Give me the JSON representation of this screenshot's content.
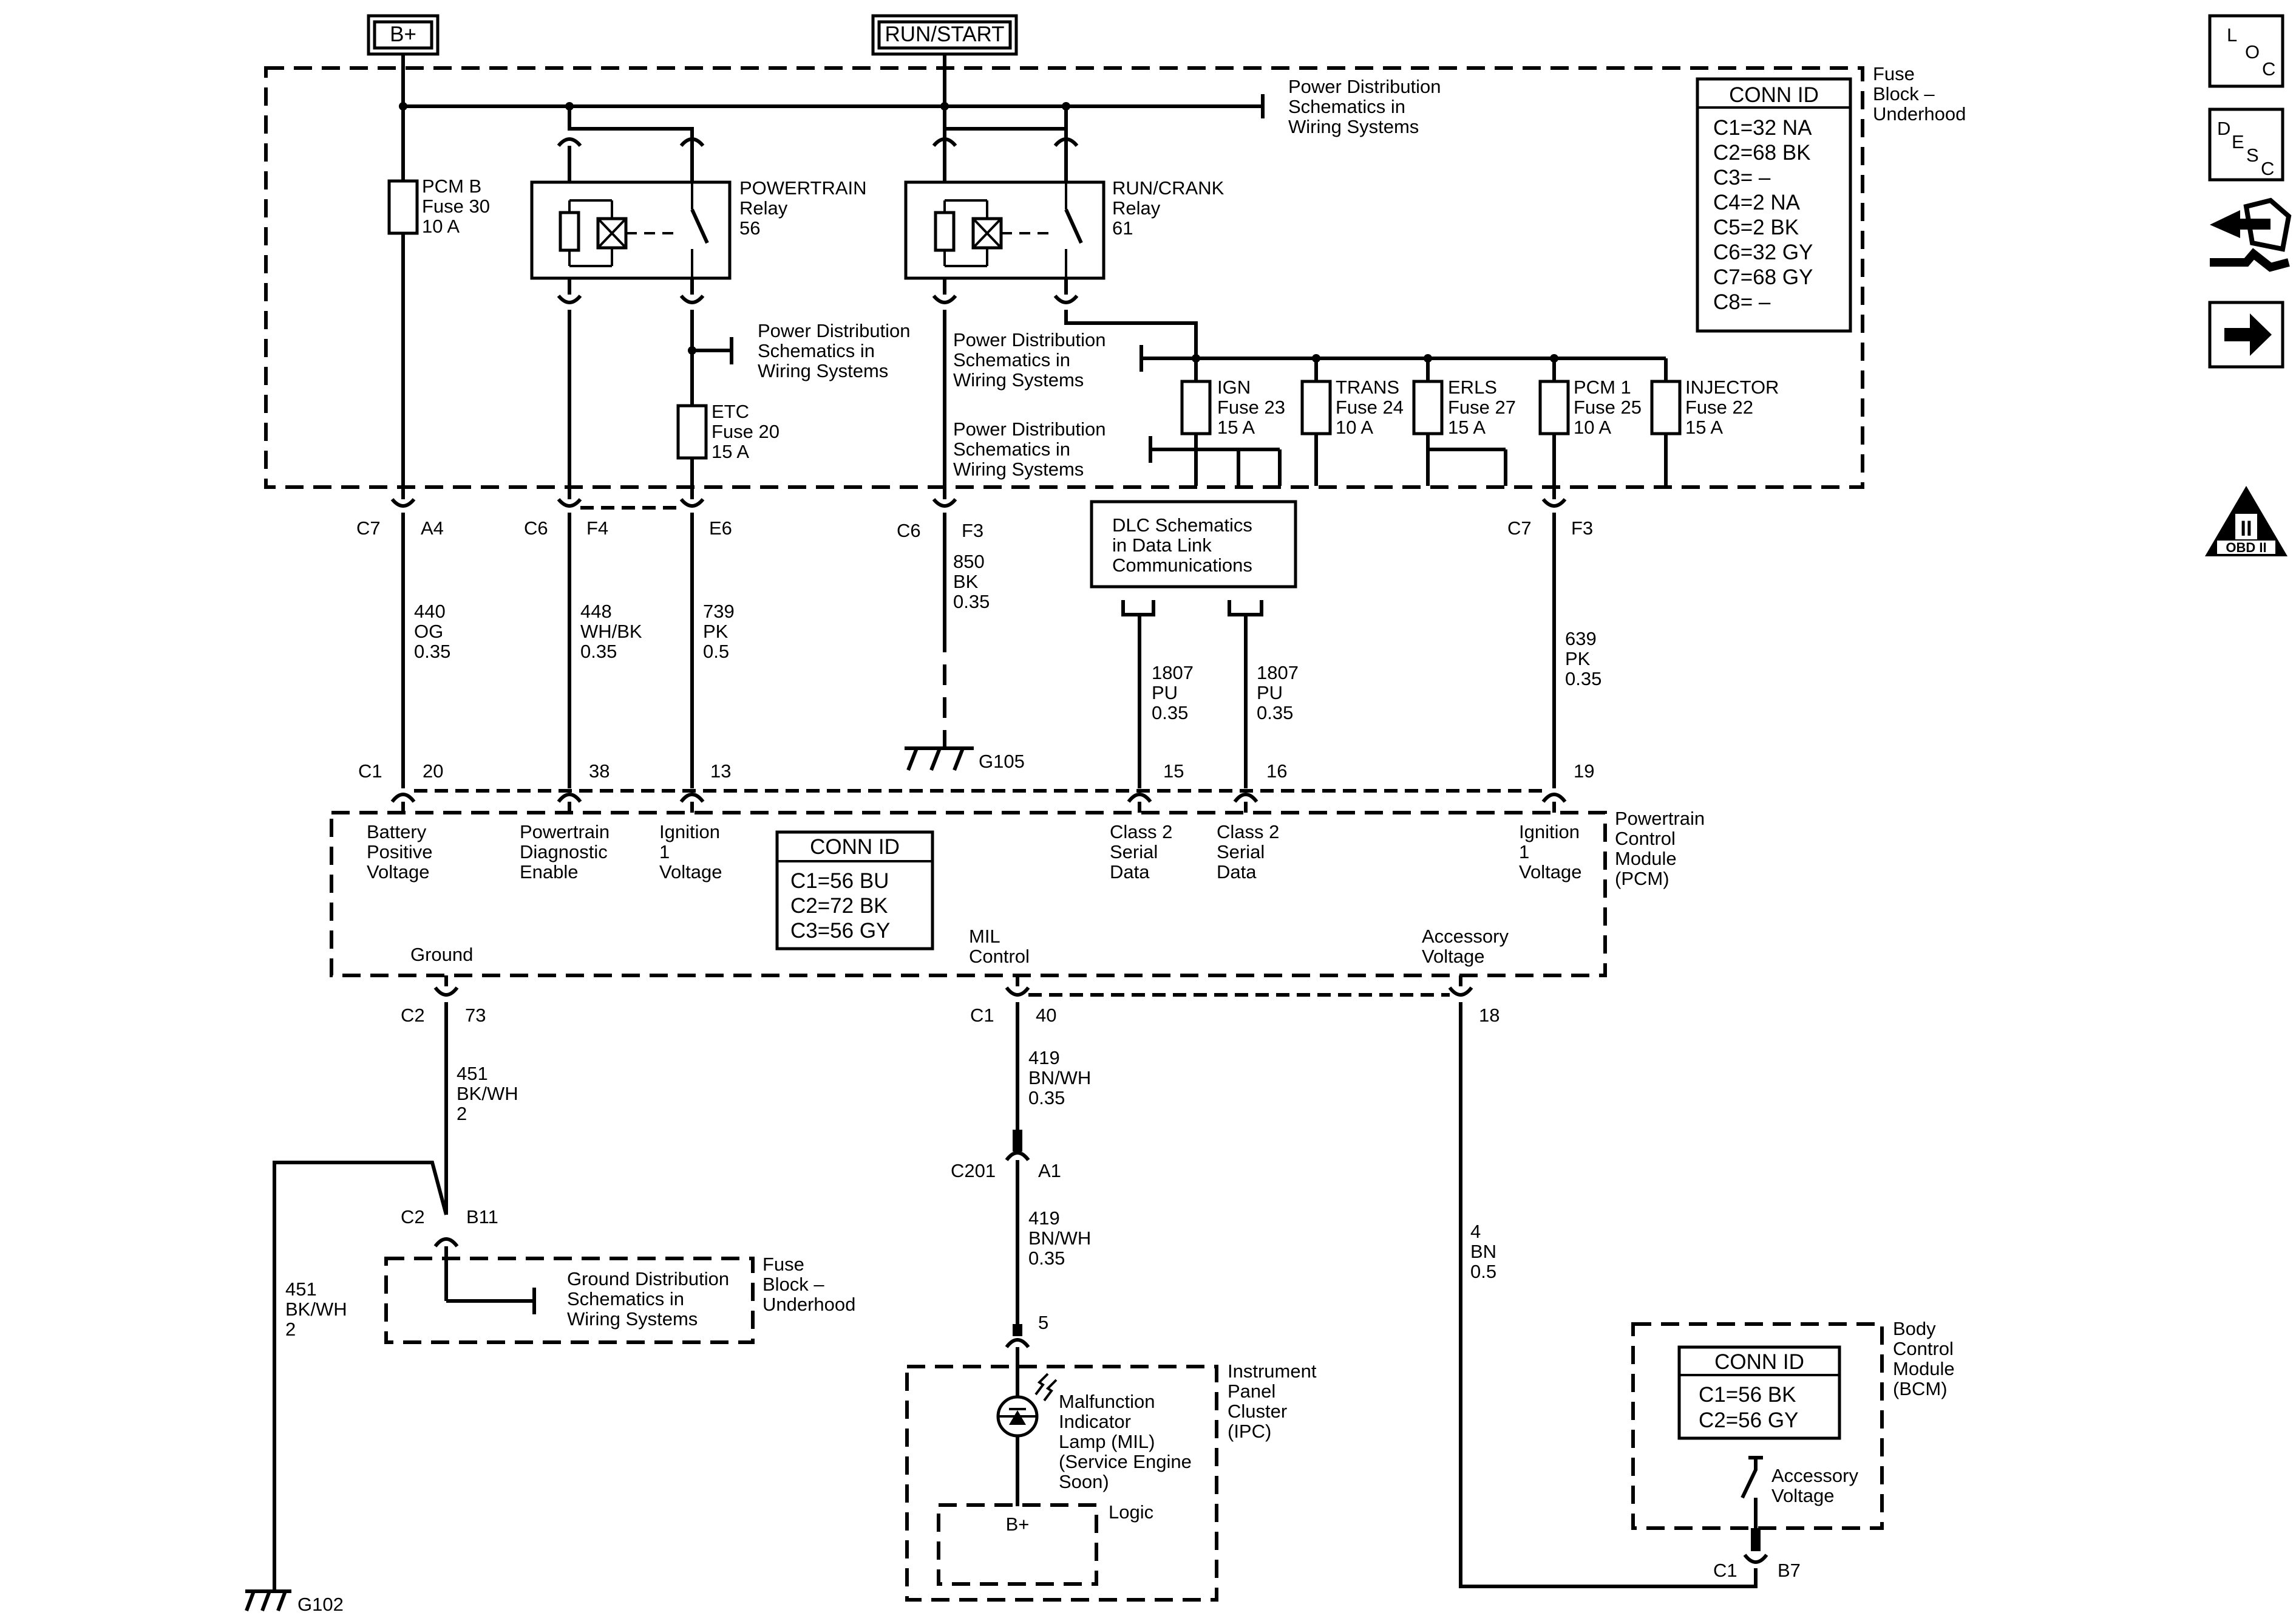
{
  "sources": {
    "bplus": "B+",
    "run_start": "RUN/START"
  },
  "fuse_block_top": {
    "l1": "Fuse",
    "l2": "Block –",
    "l3": "Underhood"
  },
  "pds": {
    "l1": "Power Distribution",
    "l2": "Schematics in",
    "l3": "Wiring Systems"
  },
  "fuse_conn": {
    "title": "CONN ID",
    "lines": [
      "C1=32 NA",
      "C2=68 BK",
      "C3= –",
      "C4=2 NA",
      "C5=2 BK",
      "C6=32 GY",
      "C7=68 GY",
      "C8= –"
    ]
  },
  "pcmb_fuse": {
    "l1": "PCM B",
    "l2": "Fuse 30",
    "l3": "10 A"
  },
  "pt_relay": {
    "l1": "POWERTRAIN",
    "l2": "Relay",
    "l3": "56"
  },
  "rc_relay": {
    "l1": "RUN/CRANK",
    "l2": "Relay",
    "l3": "61"
  },
  "etc_fuse": {
    "l1": "ETC",
    "l2": "Fuse 20",
    "l3": "15 A"
  },
  "fuses": [
    {
      "l1": "IGN",
      "l2": "Fuse 23",
      "l3": "15 A"
    },
    {
      "l1": "TRANS",
      "l2": "Fuse 24",
      "l3": "10 A"
    },
    {
      "l1": "ERLS",
      "l2": "Fuse 27",
      "l3": "15 A"
    },
    {
      "l1": "PCM 1",
      "l2": "Fuse 25",
      "l3": "10 A"
    },
    {
      "l1": "INJECTOR",
      "l2": "Fuse 22",
      "l3": "15 A"
    }
  ],
  "top_conns": [
    {
      "c": "C7",
      "p": "A4"
    },
    {
      "c": "C6",
      "p": "F4"
    },
    {
      "p": "E6"
    },
    {
      "c": "C6",
      "p": "F3"
    },
    {
      "c": "C7",
      "p": "F3"
    }
  ],
  "wires": {
    "w440": {
      "n": "440",
      "col": "OG",
      "g": "0.35"
    },
    "w448": {
      "n": "448",
      "col": "WH/BK",
      "g": "0.35"
    },
    "w739": {
      "n": "739",
      "col": "PK",
      "g": "0.5"
    },
    "w850": {
      "n": "850",
      "col": "BK",
      "g": "0.35"
    },
    "w1807a": {
      "n": "1807",
      "col": "PU",
      "g": "0.35"
    },
    "w1807b": {
      "n": "1807",
      "col": "PU",
      "g": "0.35"
    },
    "w639": {
      "n": "639",
      "col": "PK",
      "g": "0.35"
    },
    "w451a": {
      "n": "451",
      "col": "BK/WH",
      "g": "2"
    },
    "w451b": {
      "n": "451",
      "col": "BK/WH",
      "g": "2"
    },
    "w419a": {
      "n": "419",
      "col": "BN/WH",
      "g": "0.35"
    },
    "w419b": {
      "n": "419",
      "col": "BN/WH",
      "g": "0.35"
    },
    "w4": {
      "n": "4",
      "col": "BN",
      "g": "0.5"
    }
  },
  "dlc": {
    "l1": "DLC Schematics",
    "l2": "in Data Link",
    "l3": "Communications"
  },
  "grounds": {
    "g105": "G105",
    "g102": "G102"
  },
  "pcm": {
    "title_l1": "Powertrain",
    "title_l2": "Control",
    "title_l3": "Module",
    "title_l4": "(PCM)",
    "conn_c1": "C1",
    "pins": [
      "20",
      "38",
      "13",
      "15",
      "16",
      "19"
    ],
    "pin_labels": [
      {
        "l1": "Battery",
        "l2": "Positive",
        "l3": "Voltage"
      },
      {
        "l1": "Powertrain",
        "l2": "Diagnostic",
        "l3": "Enable"
      },
      {
        "l1": "Ignition",
        "l2": "1",
        "l3": "Voltage"
      },
      {
        "l1": "Class 2",
        "l2": "Serial",
        "l3": "Data"
      },
      {
        "l1": "Class 2",
        "l2": "Serial",
        "l3": "Data"
      },
      {
        "l1": "Ignition",
        "l2": "1",
        "l3": "Voltage"
      }
    ],
    "conn_title": "CONN ID",
    "conn_lines": [
      "C1=56 BU",
      "C2=72 BK",
      "C3=56 GY"
    ],
    "ground": "Ground",
    "mil_l1": "MIL",
    "mil_l2": "Control",
    "acc_l1": "Accessory",
    "acc_l2": "Voltage",
    "bottom": [
      {
        "c": "C2",
        "p": "73"
      },
      {
        "c": "C1",
        "p": "40"
      },
      {
        "p": "18"
      }
    ]
  },
  "c201": {
    "c": "C201",
    "p": "A1"
  },
  "gnd_block": {
    "conn": {
      "c": "C2",
      "p": "B11"
    },
    "l1": "Ground Distribution",
    "l2": "Schematics in",
    "l3": "Wiring Systems",
    "fb1": "Fuse",
    "fb2": "Block –",
    "fb3": "Underhood"
  },
  "ipc": {
    "pin": "5",
    "t1": "Instrument",
    "t2": "Panel",
    "t3": "Cluster",
    "t4": "(IPC)",
    "mil1": "Malfunction",
    "mil2": "Indicator",
    "mil3": "Lamp (MIL)",
    "mil4": "(Service Engine",
    "mil5": "Soon)",
    "logic": "Logic",
    "bplus": "B+"
  },
  "bcm": {
    "t1": "Body",
    "t2": "Control",
    "t3": "Module",
    "t4": "(BCM)",
    "conn_title": "CONN ID",
    "conn_lines": [
      "C1=56 BK",
      "C2=56 GY"
    ],
    "acc1": "Accessory",
    "acc2": "Voltage",
    "conn": {
      "c": "C1",
      "p": "B7"
    }
  },
  "nav": {
    "loc": [
      "L",
      "O",
      "C"
    ],
    "desc": [
      "D",
      "E",
      "S",
      "C"
    ],
    "obd": "OBD II",
    "obd_roman": "II"
  }
}
